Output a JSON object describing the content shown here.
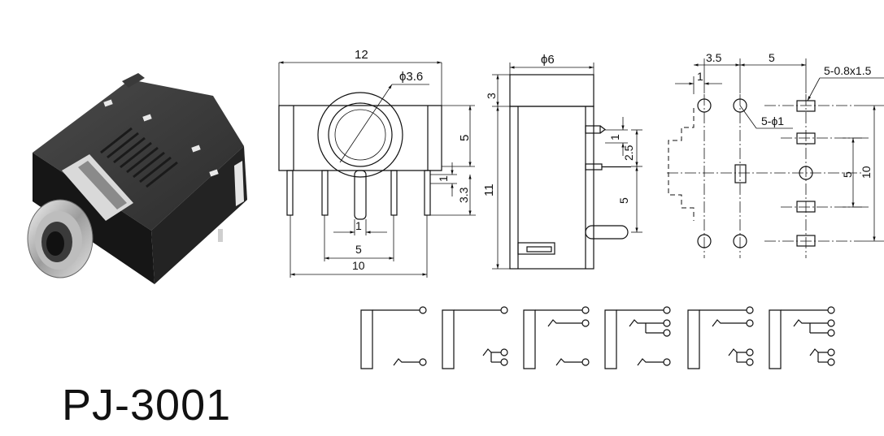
{
  "part_number": "PJ-3001",
  "front_view": {
    "dims": {
      "overall_width": "12",
      "bore_diameter": "ϕ3.6",
      "height_right": "5",
      "pin_offset": "1",
      "pin_length": "3.3",
      "pin_pitch_center": "1",
      "pin_pitch": "5",
      "pin_span": "10"
    }
  },
  "side_view": {
    "dims": {
      "body_width": "ϕ6",
      "collar": "3",
      "body_length": "11",
      "offset_top": "1",
      "offset_mid": "2.5",
      "offset_low": "5"
    }
  },
  "footprint": {
    "dims": {
      "col_a": "3.5",
      "col_b": "5",
      "pad_size": "5-0.8x1.5",
      "hole_offset": "1",
      "hole_dia": "5-ϕ1",
      "row_pitch": "5",
      "row_span": "10"
    }
  },
  "schematics": {
    "count": 6
  }
}
